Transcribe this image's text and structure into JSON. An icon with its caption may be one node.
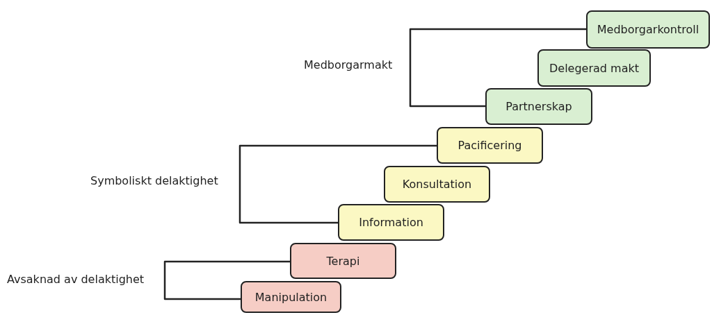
{
  "diagram": {
    "nodes": [
      {
        "text": [
          "Medborgarkontroll"
        ]
      },
      {
        "text": [
          "Delegerad makt"
        ]
      },
      {
        "text": [
          "Partnerskap"
        ]
      },
      {
        "text": [
          "Pacificering"
        ]
      },
      {
        "text": [
          "Konsultation"
        ]
      },
      {
        "text": [
          "Information"
        ]
      },
      {
        "text": [
          "Terapi"
        ]
      },
      {
        "text": [
          "Manipulation"
        ]
      }
    ],
    "labels": [
      "Medborgarmakt",
      "Symboliskt delaktighet",
      "Avsaknad av delaktighet"
    ]
  }
}
